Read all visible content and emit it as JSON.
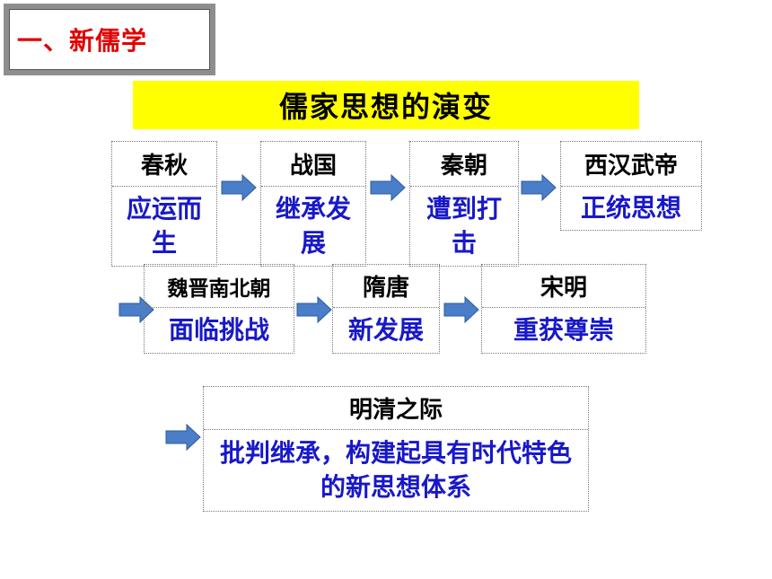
{
  "section_title": "一、新儒学",
  "banner_title": "儒家思想的演变",
  "stages": [
    {
      "period": "春秋",
      "development": "应运而生"
    },
    {
      "period": "战国",
      "development": "继承发展"
    },
    {
      "period": "秦朝",
      "development": "遭到打击"
    },
    {
      "period": "西汉武帝",
      "development": "正统思想"
    },
    {
      "period": "魏晋南北朝",
      "development": "面临挑战"
    },
    {
      "period": "隋唐",
      "development": "新发展"
    },
    {
      "period": "宋明",
      "development": "重获尊崇"
    },
    {
      "period": "明清之际",
      "development": "批判继承，构建起具有时代特色的新思想体系"
    }
  ],
  "colors": {
    "banner": "#ffff00",
    "section_title": "#e00000",
    "development_text": "#1818c8",
    "arrow_fill": "#4a7ec8"
  }
}
